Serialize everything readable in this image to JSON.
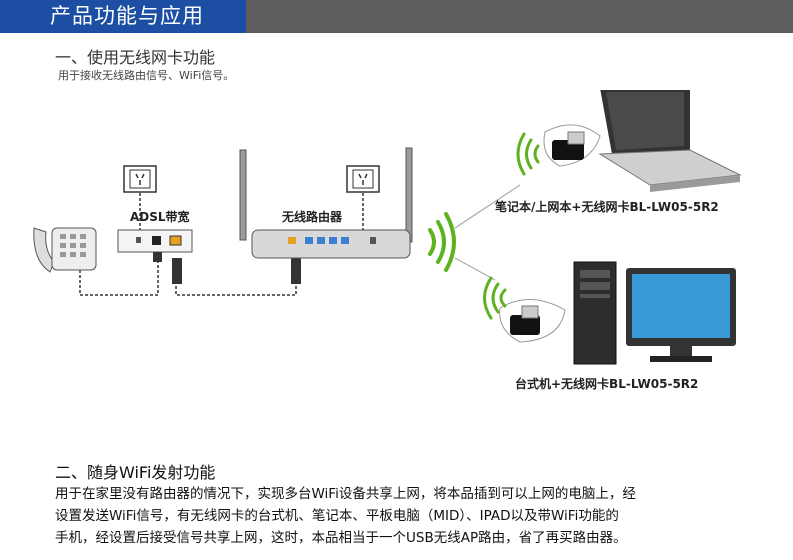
{
  "header": {
    "title": "产品功能与应用"
  },
  "section1": {
    "title": "一、使用无线网卡功能",
    "subtitle": "用于接收无线路由信号、WiFi信号。"
  },
  "diagram": {
    "adsl_label": "ADSL带宽",
    "router_label": "无线路由器",
    "laptop_label": "笔记本/上网本+无线网卡BL-LW05-5R2",
    "desktop_label": "台式机+无线网卡BL-LW05-5R2"
  },
  "section2": {
    "title": "二、随身WiFi发射功能",
    "body_lines": [
      "用于在家里没有路由器的情况下，实现多台WiFi设备共享上网，将本品插到可以上网的电脑上，经",
      "设置发送WiFi信号，有无线网卡的台式机、笔记本、平板电脑（MID）、IPAD以及带WiFi功能的",
      "手机，经设置后接受信号共享上网，这时，本品相当于一个USB无线AP路由，省了再买路由器。"
    ]
  }
}
